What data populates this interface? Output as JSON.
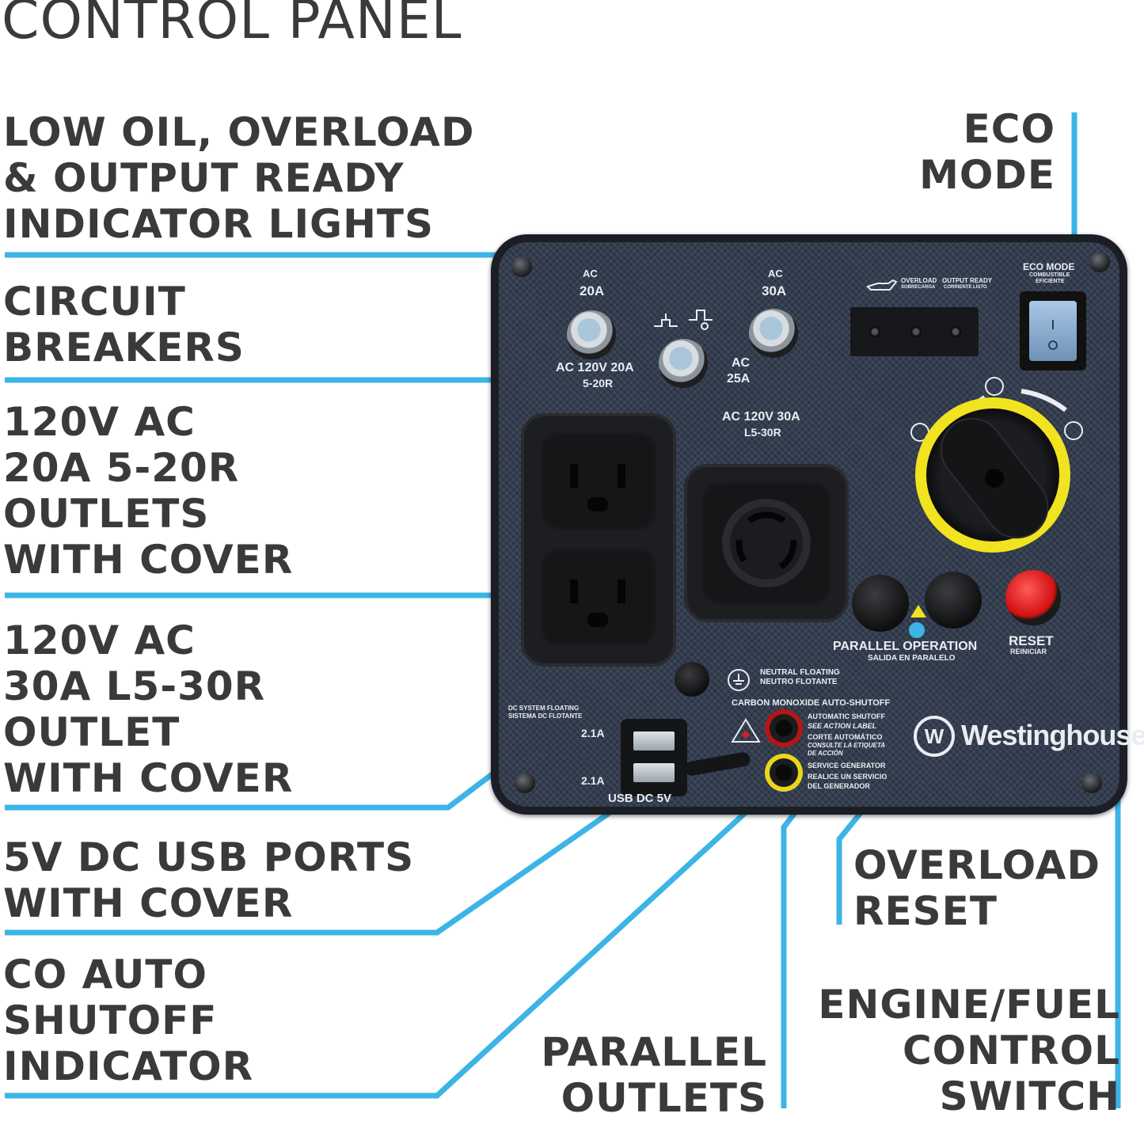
{
  "title": "CONTROL PANEL",
  "labels": {
    "indicator_lights": [
      "LOW OIL, OVERLOAD",
      "& OUTPUT READY",
      "INDICATOR LIGHTS"
    ],
    "eco_mode": [
      "ECO",
      "MODE"
    ],
    "circuit_breakers": [
      "CIRCUIT",
      "BREAKERS"
    ],
    "outlets_20a": [
      "120V AC",
      "20A 5-20R",
      "OUTLETS",
      "WITH COVER"
    ],
    "outlet_30a": [
      "120V AC",
      "30A L5-30R",
      "OUTLET",
      "WITH COVER"
    ],
    "usb_ports": [
      "5V DC USB PORTS",
      "WITH COVER"
    ],
    "co_shutoff": [
      "CO AUTO",
      "SHUTOFF",
      "INDICATOR"
    ],
    "parallel_outlets": [
      "PARALLEL",
      "OUTLETS"
    ],
    "overload_reset": [
      "OVERLOAD",
      "RESET"
    ],
    "engine_switch": [
      "ENGINE/FUEL",
      "CONTROL",
      "SWITCH"
    ]
  },
  "panel": {
    "breaker_20a": "20A",
    "breaker_30a": "30A",
    "ac_top_left": "AC",
    "ac_top_right": "AC",
    "breaker_20a_caption": "AC 120V 20A",
    "breaker_20a_caption2": "5-20R",
    "breaker_25a_caption": "AC",
    "breaker_25a_caption2": "25A",
    "outlet_30a_caption": "AC 120V 30A",
    "outlet_30a_caption2": "L5-30R",
    "overload_label": "OVERLOAD",
    "overload_label_es": "SOBRECARGA",
    "output_ready_label": "OUTPUT READY",
    "output_ready_label_es": "CORRIENTE LISTO",
    "eco_label": "ECO MODE",
    "eco_label_es": "COMBUSTIBLE",
    "eco_label_es2": "EFICIENTE",
    "parallel_label": "PARALLEL OPERATION",
    "parallel_label_es": "SALIDA EN PARALELO",
    "reset_label": "RESET",
    "reset_label_es": "REINICIAR",
    "neutral_label": "NEUTRAL FLOATING",
    "neutral_label_es": "NEUTRO FLOTANTE",
    "co_header": "CARBON MONOXIDE AUTO-SHUTOFF",
    "co_line1": "AUTOMATIC SHUTOFF",
    "co_line2": "SEE ACTION LABEL",
    "co_line3": "CORTE AUTOMÁTICO",
    "co_line4": "CONSULTE LA ETIQUETA",
    "co_line5": "DE ACCIÓN",
    "service_line1": "SERVICE GENERATOR",
    "service_line2": "REALICE UN SERVICIO",
    "service_line3": "DEL GENERADOR",
    "dc_floating": "DC SYSTEM FLOATING",
    "dc_floating_es": "SISTEMA DC FLOTANTE",
    "usb_top": "2.1A",
    "usb_bottom": "2.1A",
    "usb_label": "USB DC 5V",
    "brand": "Westinghouse",
    "brand_mark": "W"
  },
  "colors": {
    "leader": "#3cb4e6",
    "text": "#3a3a3a",
    "panel": "#2f3a4c",
    "knob_ring": "#f1e31f",
    "reset": "#e11b1b"
  }
}
